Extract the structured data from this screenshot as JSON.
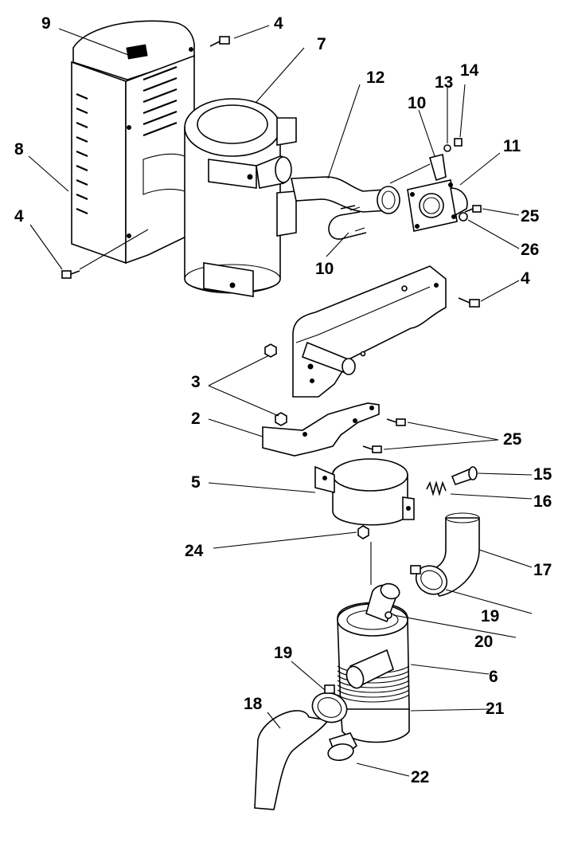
{
  "callouts": [
    {
      "id": "c9",
      "text": "9"
    },
    {
      "id": "c4a",
      "text": "4"
    },
    {
      "id": "c7",
      "text": "7"
    },
    {
      "id": "c12",
      "text": "12"
    },
    {
      "id": "c13",
      "text": "13"
    },
    {
      "id": "c14",
      "text": "14"
    },
    {
      "id": "c10a",
      "text": "10"
    },
    {
      "id": "c11",
      "text": "11"
    },
    {
      "id": "c8",
      "text": "8"
    },
    {
      "id": "c4b",
      "text": "4"
    },
    {
      "id": "c25a",
      "text": "25"
    },
    {
      "id": "c26",
      "text": "26"
    },
    {
      "id": "c10b",
      "text": "10"
    },
    {
      "id": "c4c",
      "text": "4"
    },
    {
      "id": "c3",
      "text": "3"
    },
    {
      "id": "c2",
      "text": "2"
    },
    {
      "id": "c25b",
      "text": "25"
    },
    {
      "id": "c5",
      "text": "5"
    },
    {
      "id": "c15",
      "text": "15"
    },
    {
      "id": "c16",
      "text": "16"
    },
    {
      "id": "c24",
      "text": "24"
    },
    {
      "id": "c17",
      "text": "17"
    },
    {
      "id": "c19a",
      "text": "19"
    },
    {
      "id": "c20",
      "text": "20"
    },
    {
      "id": "c6",
      "text": "6"
    },
    {
      "id": "c19b",
      "text": "19"
    },
    {
      "id": "c18",
      "text": "18"
    },
    {
      "id": "c21",
      "text": "21"
    },
    {
      "id": "c22",
      "text": "22"
    }
  ]
}
